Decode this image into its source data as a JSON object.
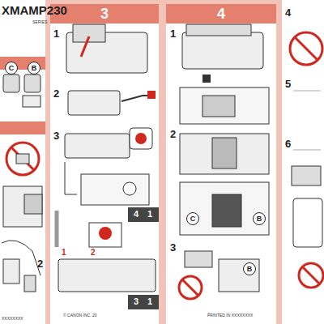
{
  "diagram": {
    "nodes": [
      {
        "text": [
          "3"
        ]
      },
      {
        "text": [
          "4"
        ]
      }
    ],
    "labels": [
      "XMAMP230",
      "SERIES",
      "C",
      "B",
      "2",
      "1",
      "2",
      "3",
      "4",
      "1",
      "1",
      "2",
      "3",
      "1",
      "1",
      "2",
      "3",
      "C",
      "B",
      "B",
      "4",
      "5",
      "6",
      "© CANON INC. 20",
      "PRINTED IN XXXXXXXX",
      "XXXXXXXX"
    ]
  }
}
